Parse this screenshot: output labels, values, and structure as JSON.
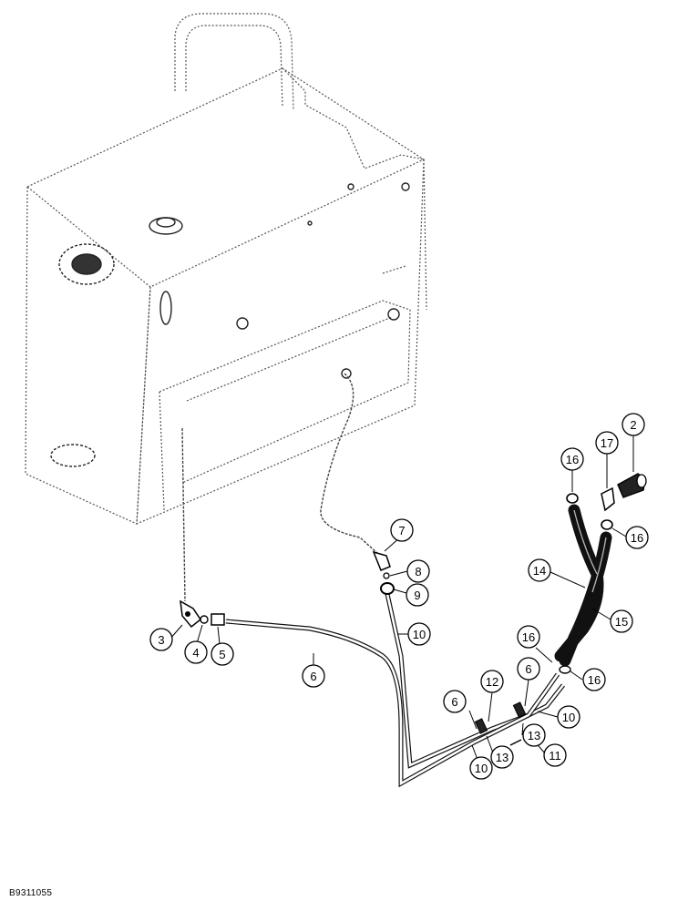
{
  "figure_id": "B9311055",
  "callouts": [
    "2",
    "17",
    "16",
    "16",
    "7",
    "8",
    "9",
    "14",
    "15",
    "3",
    "4",
    "5",
    "10",
    "6",
    "16",
    "16",
    "12",
    "6",
    "6",
    "10",
    "13",
    "11",
    "13",
    "10"
  ]
}
